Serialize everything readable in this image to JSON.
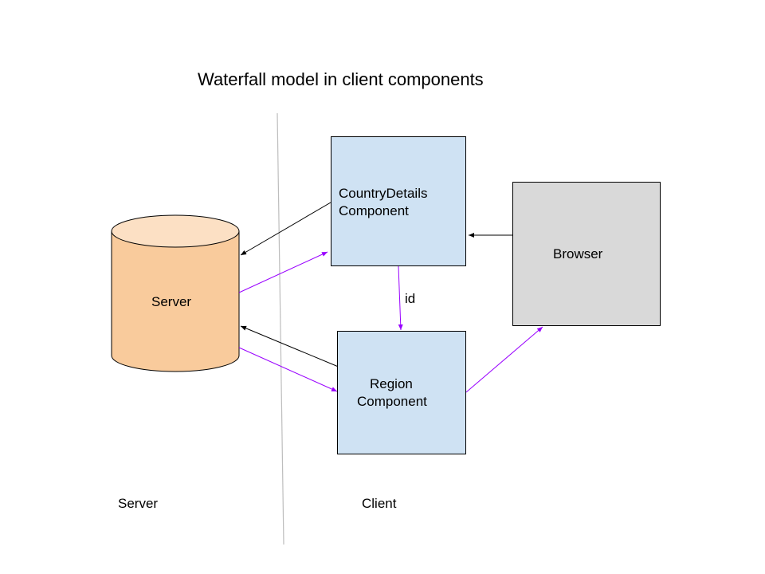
{
  "title": "Waterfall model in client components",
  "nodes": {
    "server_db": {
      "label": "Server",
      "fill": "#f9cb9c",
      "top_fill": "#fce0c4"
    },
    "country_details": {
      "line1": "CountryDetails",
      "line2": "Component",
      "fill": "#cfe2f3"
    },
    "region": {
      "line1": "Region",
      "line2": "Component",
      "fill": "#cfe2f3"
    },
    "browser": {
      "label": "Browser",
      "fill": "#d9d9d9"
    }
  },
  "edge_labels": {
    "id": "id"
  },
  "zones": {
    "server": "Server",
    "client": "Client"
  },
  "colors": {
    "request_arrow": "#000000",
    "response_arrow": "#9900ff",
    "divider": "#bdbdbd"
  }
}
